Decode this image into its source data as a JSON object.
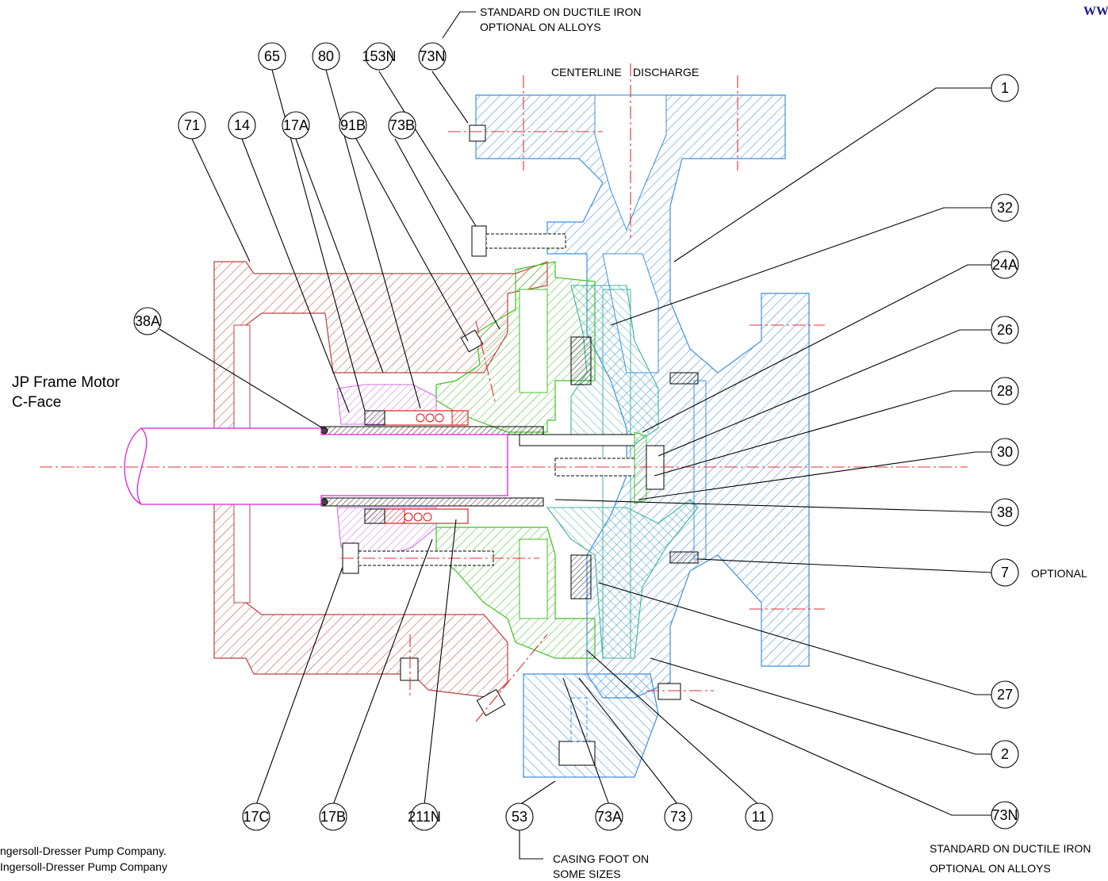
{
  "corner_text": "WW",
  "notes": {
    "top_std": "STANDARD ON DUCTILE IRON",
    "top_opt": "OPTIONAL ON ALLOYS",
    "bottom_std": "STANDARD ON DUCTILE IRON",
    "bottom_opt": "OPTIONAL ON ALLOYS",
    "centerline": "CENTERLINE",
    "discharge": "DISCHARGE",
    "motor_line1": "JP Frame Motor",
    "motor_line2": "C-Face",
    "optional": "OPTIONAL",
    "foot_line1": "CASING FOOT ON",
    "foot_line2": "SOME SIZES",
    "copyright_line1": "ngersoll-Dresser Pump Company.",
    "copyright_line2": "Ingersoll-Dresser Pump Company"
  },
  "part_labels": [
    {
      "id": "65",
      "label": "65"
    },
    {
      "id": "80",
      "label": "80"
    },
    {
      "id": "153N-top",
      "label": "153N"
    },
    {
      "id": "73N-top",
      "label": "73N"
    },
    {
      "id": "71",
      "label": "71"
    },
    {
      "id": "14",
      "label": "14"
    },
    {
      "id": "17A",
      "label": "17A"
    },
    {
      "id": "91B",
      "label": "91B"
    },
    {
      "id": "73B",
      "label": "73B"
    },
    {
      "id": "38A",
      "label": "38A"
    },
    {
      "id": "1",
      "label": "1"
    },
    {
      "id": "32",
      "label": "32"
    },
    {
      "id": "24A",
      "label": "24A"
    },
    {
      "id": "26",
      "label": "26"
    },
    {
      "id": "28",
      "label": "28"
    },
    {
      "id": "30",
      "label": "30"
    },
    {
      "id": "38",
      "label": "38"
    },
    {
      "id": "7",
      "label": "7"
    },
    {
      "id": "27",
      "label": "27"
    },
    {
      "id": "2",
      "label": "2"
    },
    {
      "id": "73N-bottom",
      "label": "73N"
    },
    {
      "id": "17C",
      "label": "17C"
    },
    {
      "id": "17B",
      "label": "17B"
    },
    {
      "id": "211N",
      "label": "211N"
    },
    {
      "id": "53",
      "label": "53"
    },
    {
      "id": "73A",
      "label": "73A"
    },
    {
      "id": "73",
      "label": "73"
    },
    {
      "id": "11",
      "label": "11"
    }
  ],
  "colors": {
    "casing_blue": "#3d8fe0",
    "motor_adapter": "#c04040",
    "backplate_green": "#40c020",
    "seal_red": "#e01010",
    "gland_violet": "#d070e0",
    "shaft_magenta": "#e020e0",
    "impeller_teal": "#40b0a0",
    "centerline_red": "#e03030"
  }
}
